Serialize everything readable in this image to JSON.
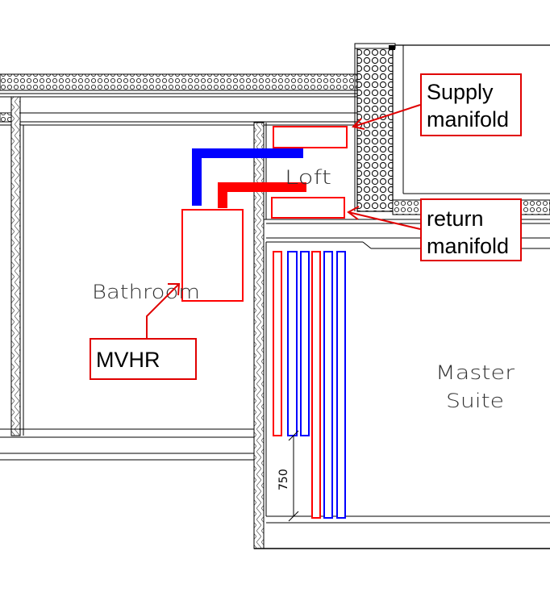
{
  "rooms": {
    "bathroom": "Bathroom",
    "loft": "Loft",
    "master_suite_line1": "Master",
    "master_suite_line2": "Suite"
  },
  "callouts": {
    "supply_line1": "Supply",
    "supply_line2": "manifold",
    "return_line1": "return",
    "return_line2": "manifold",
    "mvhr": "MVHR"
  },
  "dimension": {
    "value": "750"
  },
  "colors": {
    "supply_duct": "#0000ff",
    "extract_duct": "#ff0000",
    "annotation": "#e00000",
    "walls": "#000000"
  }
}
